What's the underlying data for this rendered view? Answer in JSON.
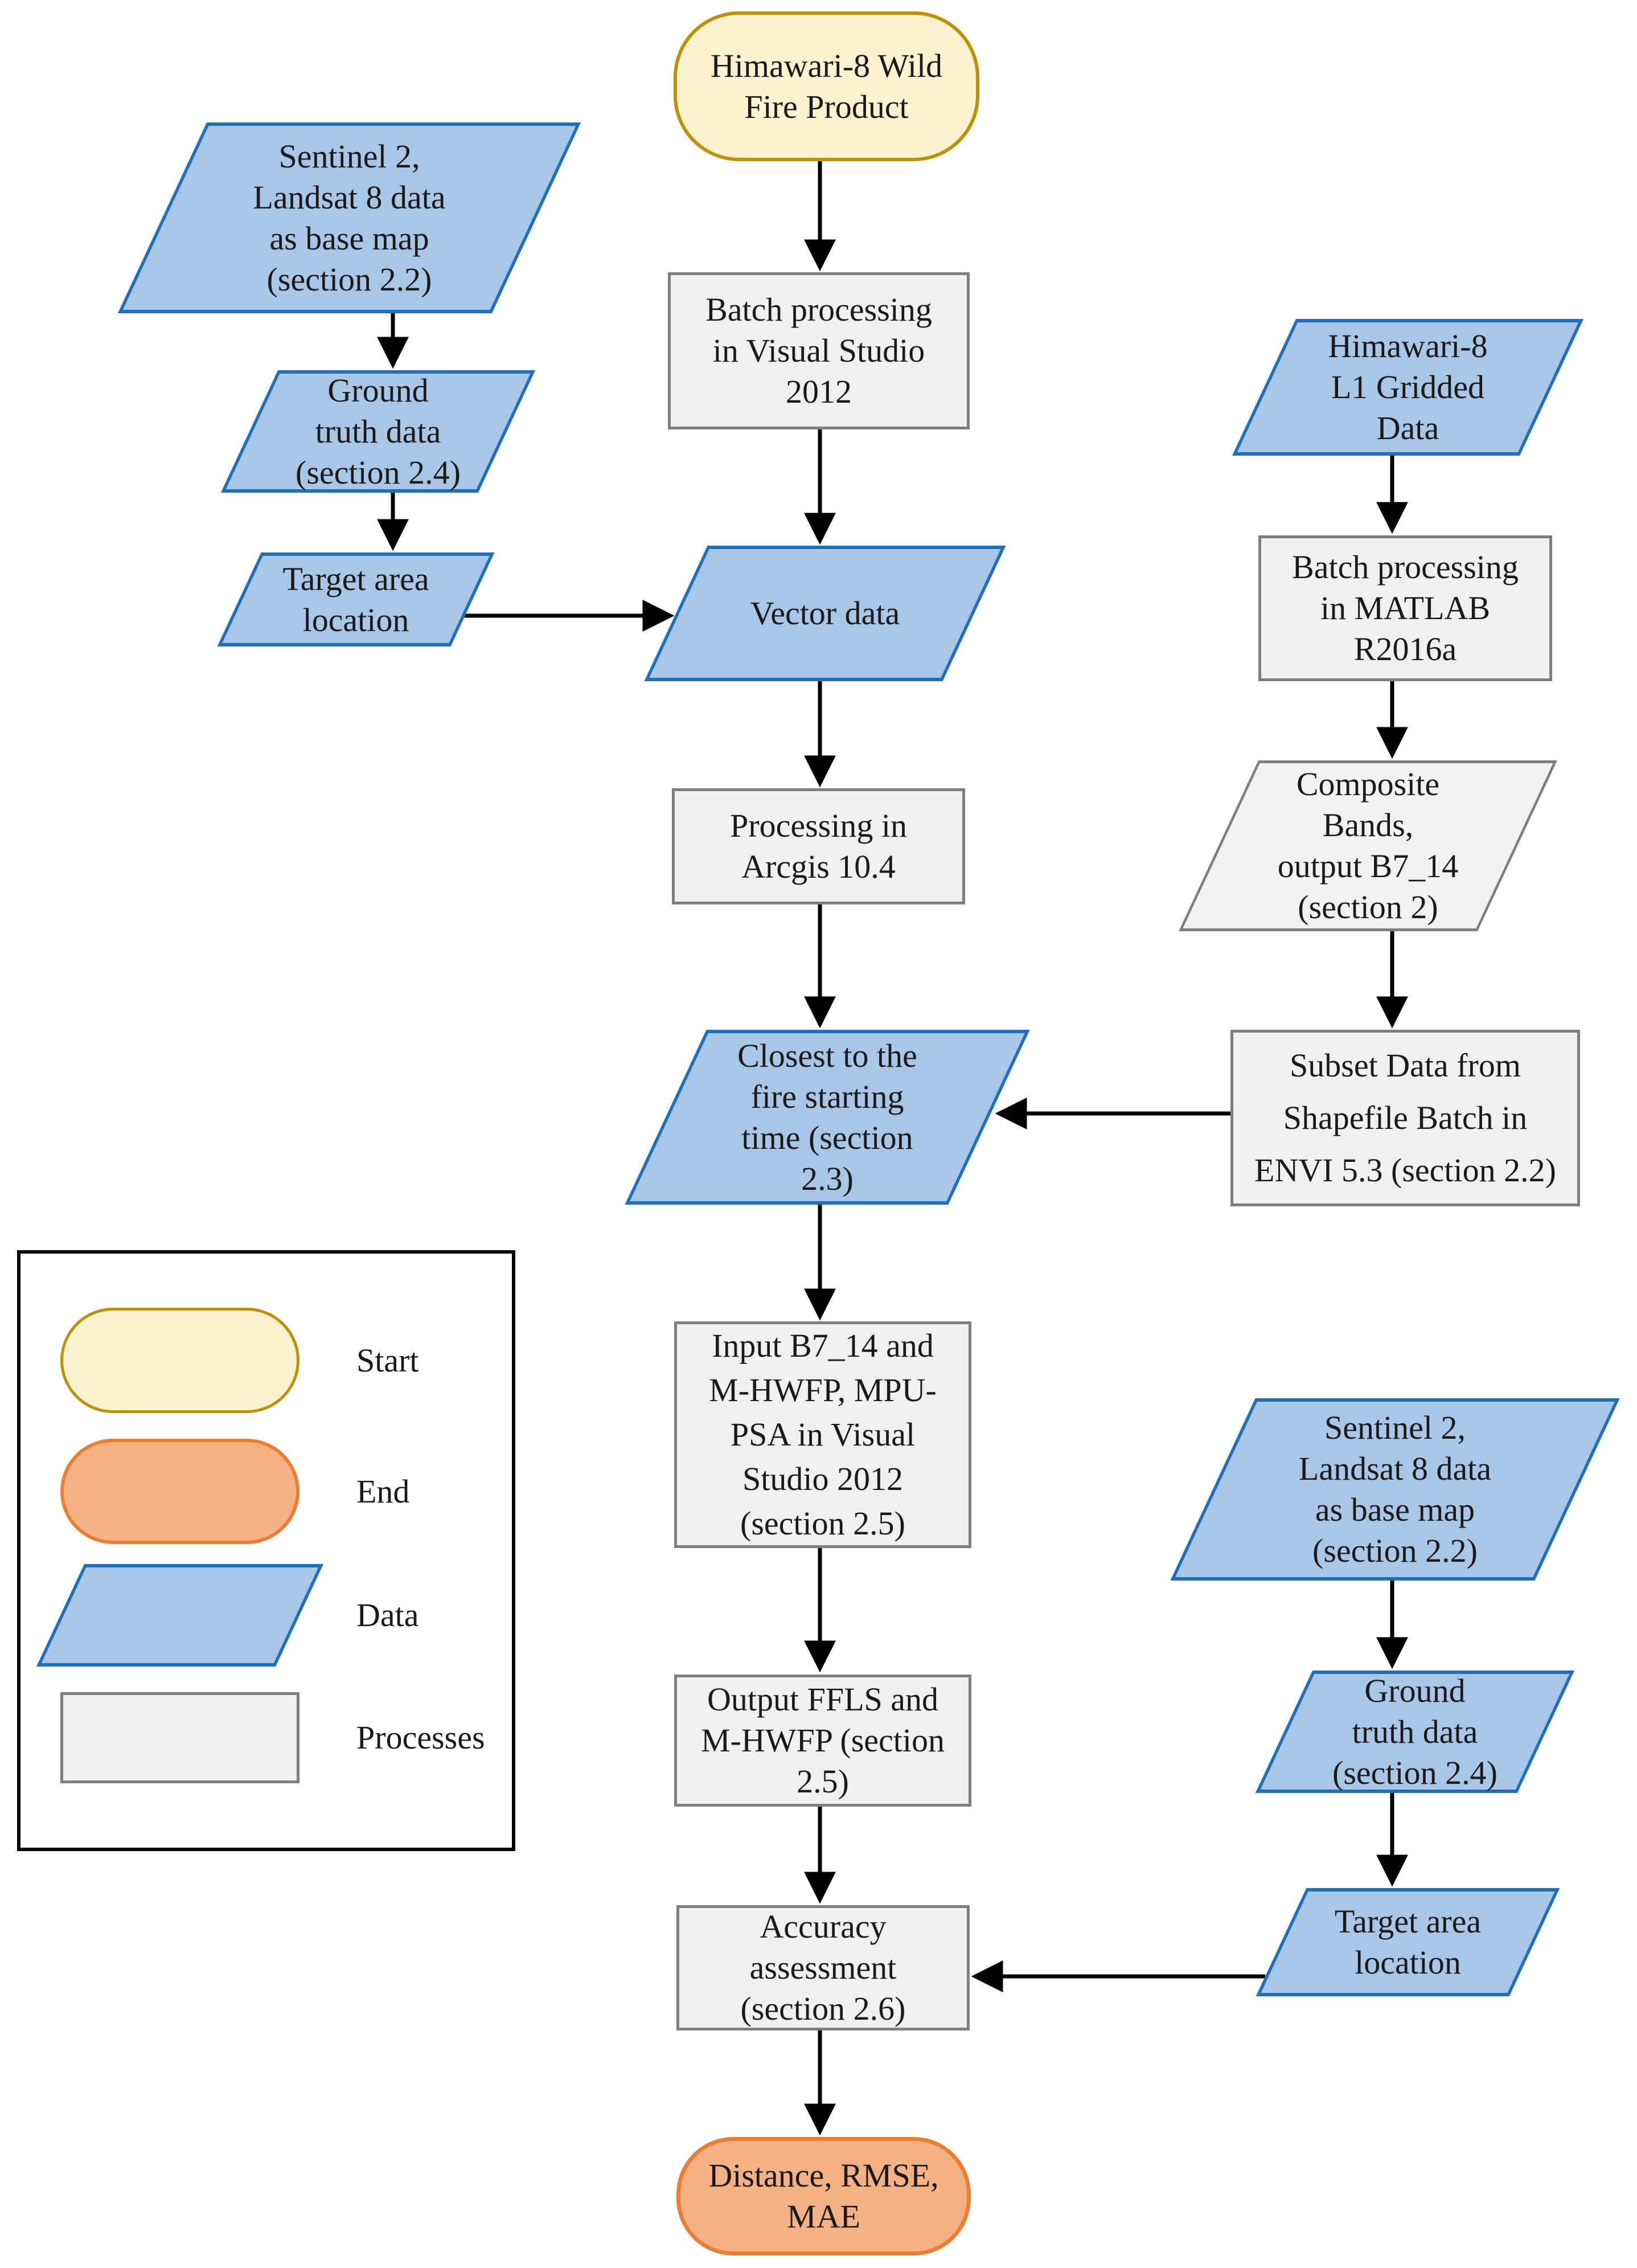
{
  "colors": {
    "page_bg": "#ffffff",
    "text": "#1a1a1a",
    "arrow": "#000000",
    "start_fill": "#fbf2d0",
    "start_border": "#bf9000",
    "end_fill": "#f4b183",
    "end_border": "#ed7d31",
    "data_fill": "#a8c6e5",
    "data_border": "#1e6fc0",
    "process_fill": "#f0f0f0",
    "process_border": "#7f7f7f",
    "gray_data_fill": "#f2f2f2",
    "gray_data_border": "#7f7f7f",
    "legend_border": "#000000"
  },
  "nodes": {
    "start": {
      "type": "start",
      "label": "Himawari-8 Wild\nFire Product"
    },
    "batch_vs2012": {
      "type": "process",
      "label": "Batch processing\nin Visual Studio\n2012"
    },
    "sentinel_left": {
      "type": "data",
      "label": "Sentinel 2,\nLandsat 8 data\nas base map\n(section 2.2)"
    },
    "ground_left": {
      "type": "data",
      "label": "Ground\ntruth data\n(section 2.4)"
    },
    "target_left": {
      "type": "data",
      "label": "Target area\nlocation"
    },
    "vector_data": {
      "type": "data",
      "label": "Vector data"
    },
    "himawari_l1": {
      "type": "data",
      "label": "Himawari-8\nL1 Gridded\nData"
    },
    "batch_matlab": {
      "type": "process",
      "label": "Batch processing\nin MATLAB\nR2016a"
    },
    "composite_bands": {
      "type": "data_gray",
      "label": "Composite\nBands,\noutput B7_14\n(section 2)"
    },
    "processing_arcgis": {
      "type": "process",
      "label": "Processing in\nArcgis 10.4"
    },
    "closest_fire": {
      "type": "data",
      "label": "Closest to the\nfire starting\ntime (section\n2.3)"
    },
    "subset_data": {
      "type": "process",
      "label": "Subset Data from\nShapefile Batch in\nENVI 5.3 (section 2.2)"
    },
    "input_b714": {
      "type": "process",
      "label": "Input B7_14 and\nM-HWFP, MPU-\nPSA in Visual\nStudio 2012\n(section 2.5)"
    },
    "output_ffls": {
      "type": "process",
      "label": "Output FFLS and\nM-HWFP (section\n2.5)"
    },
    "accuracy": {
      "type": "process",
      "label": "Accuracy\nassessment\n(section 2.6)"
    },
    "end": {
      "type": "end",
      "label": "Distance, RMSE,\nMAE"
    }
  },
  "edges": [
    {
      "from": "start",
      "to": "batch_vs2012"
    },
    {
      "from": "batch_vs2012",
      "to": "vector_data"
    },
    {
      "from": "sentinel_left",
      "to": "ground_left"
    },
    {
      "from": "ground_left",
      "to": "target_left"
    },
    {
      "from": "target_left",
      "to": "vector_data"
    },
    {
      "from": "vector_data",
      "to": "processing_arcgis"
    },
    {
      "from": "processing_arcgis",
      "to": "closest_fire"
    },
    {
      "from": "himawari_l1",
      "to": "batch_matlab"
    },
    {
      "from": "batch_matlab",
      "to": "composite_bands"
    },
    {
      "from": "composite_bands",
      "to": "subset_data"
    },
    {
      "from": "subset_data",
      "to": "closest_fire"
    },
    {
      "from": "closest_fire",
      "to": "input_b714"
    },
    {
      "from": "input_b714",
      "to": "output_ffls"
    },
    {
      "from": "output_ffls",
      "to": "accuracy"
    },
    {
      "from": "sentinel_right",
      "to": "ground_right"
    },
    {
      "from": "ground_right",
      "to": "target_right"
    },
    {
      "from": "target_right",
      "to": "accuracy"
    },
    {
      "from": "accuracy",
      "to": "end"
    }
  ],
  "legend": {
    "items": [
      {
        "shape": "start",
        "label": "Start"
      },
      {
        "shape": "end",
        "label": "End"
      },
      {
        "shape": "data",
        "label": "Data"
      },
      {
        "shape": "process",
        "label": "Processes"
      }
    ]
  }
}
